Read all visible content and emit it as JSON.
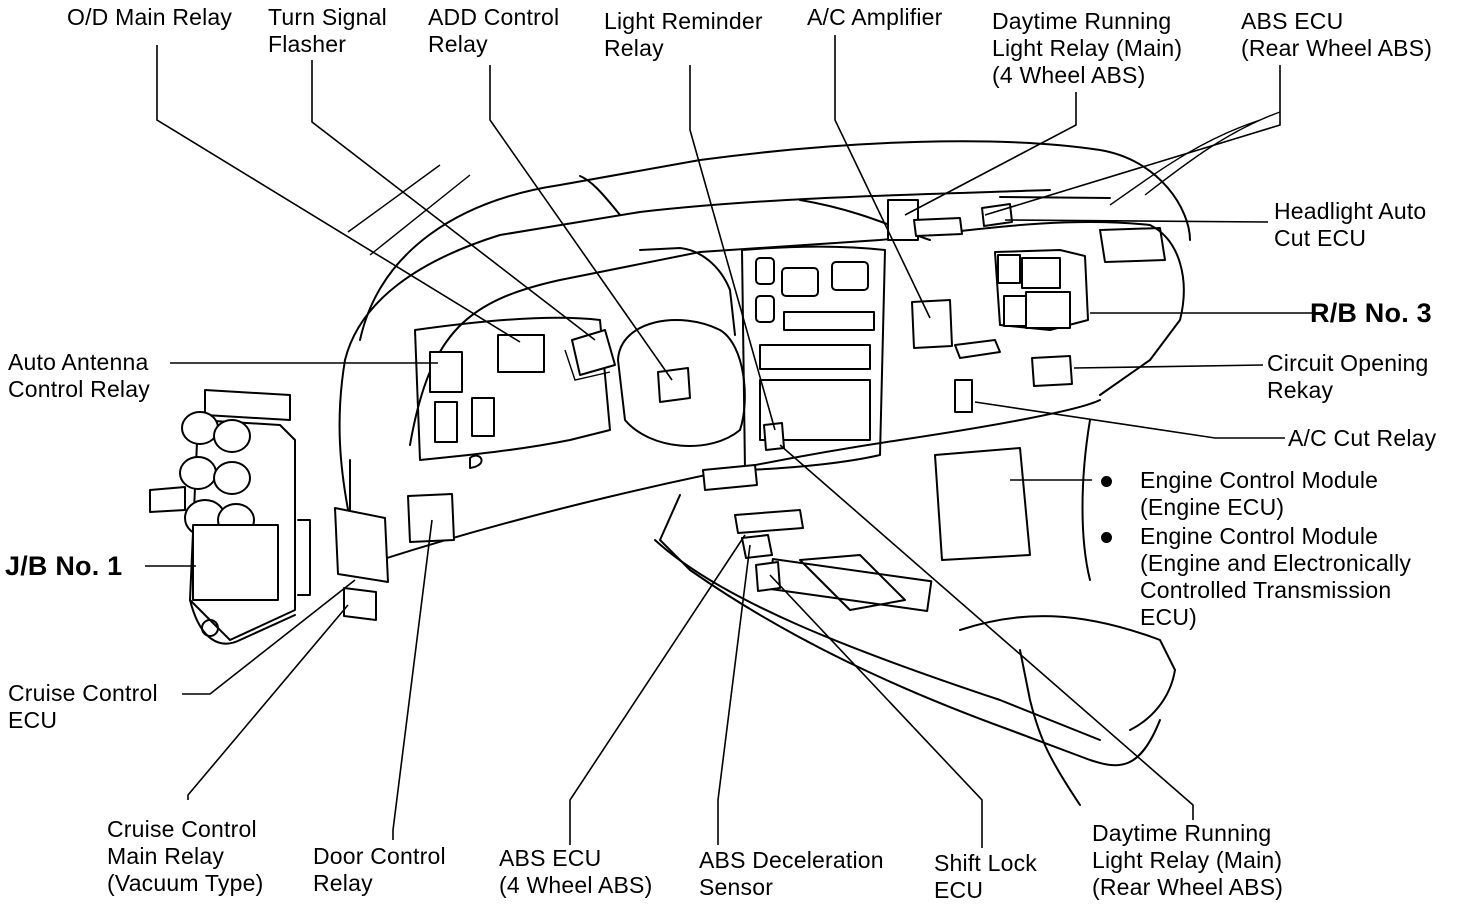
{
  "labels": {
    "od_main_relay": [
      "O/D Main Relay"
    ],
    "turn_signal_flasher": [
      "Turn Signal",
      "Flasher"
    ],
    "add_control_relay": [
      "ADD Control",
      "Relay"
    ],
    "light_reminder_relay": [
      "Light Reminder",
      "Relay"
    ],
    "ac_amplifier": [
      "A/C Amplifier"
    ],
    "drl_relay_4wabs": [
      "Daytime Running",
      "Light Relay (Main)",
      "(4 Wheel ABS)"
    ],
    "abs_ecu_rear": [
      "ABS ECU",
      "(Rear Wheel ABS)"
    ],
    "headlight_auto_cut_ecu": [
      "Headlight Auto",
      "Cut ECU"
    ],
    "rb_no3": [
      "R/B No. 3"
    ],
    "circuit_opening_relay": [
      "Circuit Opening",
      "Rekay"
    ],
    "ac_cut_relay": [
      "A/C Cut Relay"
    ],
    "ecm_engine_ecu": [
      "Engine Control Module",
      "(Engine ECU)"
    ],
    "ecm_engine_ect": [
      "Engine Control Module",
      "(Engine and Electronically",
      "Controlled Transmission",
      "ECU)"
    ],
    "auto_antenna_relay": [
      "Auto Antenna",
      "Control Relay"
    ],
    "jb_no1": [
      "J/B No. 1"
    ],
    "cruise_control_ecu": [
      "Cruise Control",
      "ECU"
    ],
    "cruise_main_relay": [
      "Cruise Control",
      "Main Relay",
      "(Vacuum Type)"
    ],
    "door_control_relay": [
      "Door Control",
      "Relay"
    ],
    "abs_ecu_4w": [
      "ABS ECU",
      "(4 Wheel ABS)"
    ],
    "abs_decel_sensor": [
      "ABS Deceleration",
      "Sensor"
    ],
    "shift_lock_ecu": [
      "Shift Lock",
      "ECU"
    ],
    "drl_relay_rear": [
      "Daytime Running",
      "Light Relay (Main)",
      "(Rear Wheel ABS)"
    ]
  }
}
